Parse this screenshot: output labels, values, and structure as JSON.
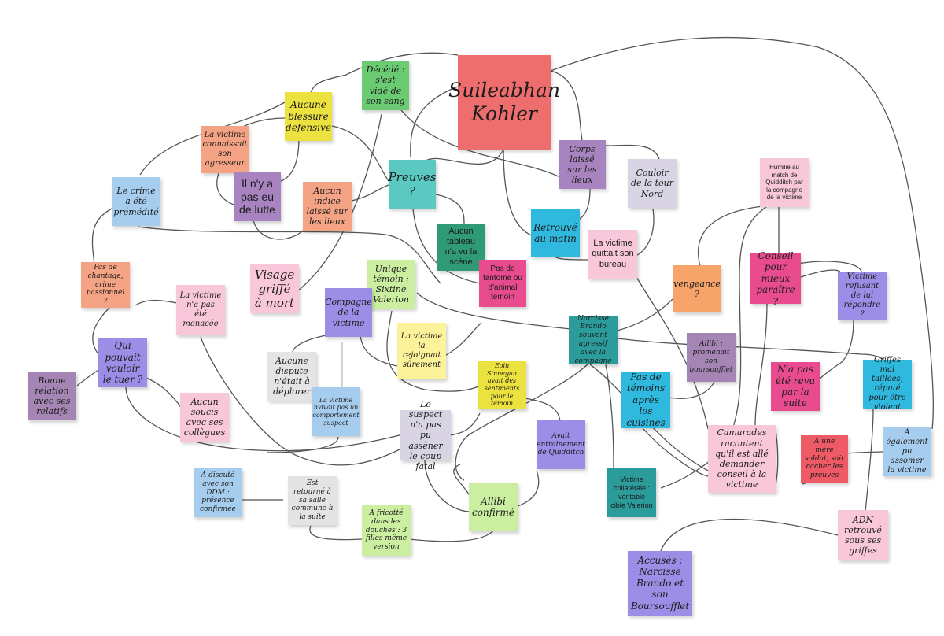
{
  "colors": {
    "red": "#ee6e6e",
    "green": "#6bcb73",
    "yellow": "#ece23f",
    "salmon": "#f4a384",
    "purple": "#a784bf",
    "blue": "#a7cdee",
    "teal": "#5bc8c1",
    "pink": "#f8c7d9",
    "magenta": "#e94c8e",
    "cyan": "#2fb9df",
    "lavender": "#d9d4e4",
    "darkgreen": "#2f9a73",
    "darkteal": "#2c9c9b",
    "periwinkle": "#9c8ee6",
    "lightgreen": "#cbeea0",
    "lightyellow": "#fbf29a",
    "orange": "#f6a469",
    "rose": "#ee5a66",
    "gray": "#e4e4e4",
    "mauve": "#a485b3"
  },
  "notes": [
    {
      "id": "n1",
      "text": "Suileabhan Kohler",
      "color": "red"
    },
    {
      "id": "n2",
      "text": "Décédé : s'est vidé de son sang",
      "color": "green"
    },
    {
      "id": "n3",
      "text": "Aucune blessure defensive",
      "color": "yellow"
    },
    {
      "id": "n4",
      "text": "La victime connaissait son agresseur",
      "color": "salmon"
    },
    {
      "id": "n5",
      "text": "Il n'y a pas eu de lutte",
      "color": "purple"
    },
    {
      "id": "n6",
      "text": "Le crime a été prémédité",
      "color": "blue"
    },
    {
      "id": "n7",
      "text": "Aucun indice laissé sur les lieux",
      "color": "salmon"
    },
    {
      "id": "n8",
      "text": "Preuves ?",
      "color": "teal"
    },
    {
      "id": "n9",
      "text": "Corps laissé sur les lieux",
      "color": "purple"
    },
    {
      "id": "n10",
      "text": "Couloir de la tour Nord",
      "color": "lavender"
    },
    {
      "id": "n11",
      "text": "Humilié au match de Quidditch par la compagne de la victime",
      "color": "pink"
    },
    {
      "id": "n12",
      "text": "Retrouvé au matin",
      "color": "cyan"
    },
    {
      "id": "n13",
      "text": "La victime quittait son bureau",
      "color": "pink"
    },
    {
      "id": "n14",
      "text": "Aucun tableau n'a vu la scène",
      "color": "darkgreen"
    },
    {
      "id": "n15",
      "text": "Pas de fantome ou d'animal témoin",
      "color": "magenta"
    },
    {
      "id": "n16",
      "text": "Conseil pour mieux paraître ?",
      "color": "magenta"
    },
    {
      "id": "n17",
      "text": "Victime refusant de lui répondre ?",
      "color": "periwinkle"
    },
    {
      "id": "n18",
      "text": "Pas de chantage, crime passionnel ?",
      "color": "salmon"
    },
    {
      "id": "n19",
      "text": "La victime n'a pas été menacée",
      "color": "pink"
    },
    {
      "id": "n20",
      "text": "Visage griffé à mort",
      "color": "pink"
    },
    {
      "id": "n21",
      "text": "Unique témoin : Sixtine Valerion",
      "color": "lightgreen"
    },
    {
      "id": "n22",
      "text": "Compagne de la victime",
      "color": "periwinkle"
    },
    {
      "id": "n23",
      "text": "vengeance ?",
      "color": "orange"
    },
    {
      "id": "n24",
      "text": "Narcisse Brando souvent agressif avec la compagne",
      "color": "darkteal"
    },
    {
      "id": "n25",
      "text": "Allibi : promenait son boursoufflet",
      "color": "mauve"
    },
    {
      "id": "n26",
      "text": "La victime la rejoignait sûrement",
      "color": "lightyellow"
    },
    {
      "id": "n27",
      "text": "Qui pouvait vouloir le tuer ?",
      "color": "periwinkle"
    },
    {
      "id": "n28",
      "text": "Aucune dispute n'était à déplorer",
      "color": "gray"
    },
    {
      "id": "n29",
      "text": "Eoin Sinnegan avait des sentiments pour le témoin",
      "color": "yellow"
    },
    {
      "id": "n30",
      "text": "N'a pas été revu par la suite",
      "color": "magenta"
    },
    {
      "id": "n31",
      "text": "Griffes mal taillées, réputé pour être violent",
      "color": "cyan"
    },
    {
      "id": "n32",
      "text": "Bonne relation avec ses relatifs",
      "color": "mauve"
    },
    {
      "id": "n33",
      "text": "Aucun soucis avec ses collègues",
      "color": "pink"
    },
    {
      "id": "n34",
      "text": "La victime n'avait pas un comportement suspect",
      "color": "blue"
    },
    {
      "id": "n35",
      "text": "Pas de témoins après les cuisines",
      "color": "cyan"
    },
    {
      "id": "n36",
      "text": "Le suspect n'a pas pu assèner le coup fatal",
      "color": "lavender"
    },
    {
      "id": "n37",
      "text": "Avait entrainement de Quidditch",
      "color": "periwinkle"
    },
    {
      "id": "n38",
      "text": "Camarades racontent qu'il est allé demander conseil à la victime",
      "color": "pink"
    },
    {
      "id": "n39",
      "text": "A une mère soldat, sait cacher les preuves",
      "color": "rose"
    },
    {
      "id": "n40",
      "text": "A également pu assomer la victime",
      "color": "blue"
    },
    {
      "id": "n41",
      "text": "A discuté avec son DDM : présence confirmée",
      "color": "blue"
    },
    {
      "id": "n42",
      "text": "Est retourné à sa salle commune à la suite",
      "color": "gray"
    },
    {
      "id": "n43",
      "text": "Allibi confirmé",
      "color": "lightgreen"
    },
    {
      "id": "n44",
      "text": "Victime collatérale : véritable cible Valerion",
      "color": "darkteal"
    },
    {
      "id": "n45",
      "text": "A fricotté dans les douches : 3 filles même version",
      "color": "lightgreen"
    },
    {
      "id": "n46",
      "text": "ADN retrouvé sous ses griffes",
      "color": "pink"
    },
    {
      "id": "n47",
      "text": "Accusés : Narcisse Brando et son Boursoufflet",
      "color": "periwinkle"
    }
  ]
}
